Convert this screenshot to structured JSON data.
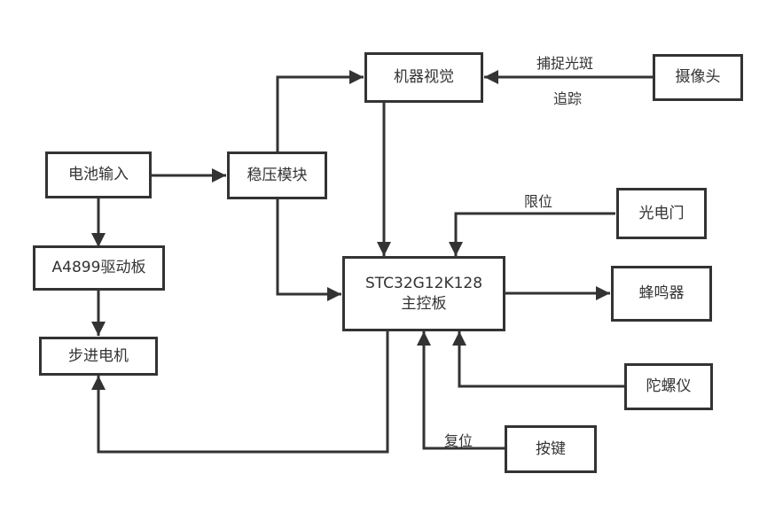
{
  "diagram": {
    "type": "block-diagram",
    "colors": {
      "stroke": "#333333",
      "background": "#ffffff",
      "text": "#333333"
    },
    "nodes": {
      "battery": "电池输入",
      "regulator": "稳压模块",
      "vision": "机器视觉",
      "camera": "摄像头",
      "driver": "A4899驱动板",
      "motor": "步进电机",
      "mcu_line1": "STC32G12K128",
      "mcu_line2": "主控板",
      "photogate": "光电门",
      "buzzer": "蜂鸣器",
      "gyro": "陀螺仪",
      "button": "按键"
    },
    "edge_labels": {
      "camera_to_vision_top": "捕捉光斑",
      "camera_to_vision_bottom": "追踪",
      "photogate_to_mcu": "限位",
      "button_to_mcu": "复位"
    },
    "edges": [
      {
        "from": "battery",
        "to": "regulator"
      },
      {
        "from": "battery",
        "to": "driver"
      },
      {
        "from": "driver",
        "to": "motor"
      },
      {
        "from": "regulator",
        "to": "vision"
      },
      {
        "from": "regulator",
        "to": "mcu"
      },
      {
        "from": "camera",
        "to": "vision",
        "label": "捕捉光斑 / 追踪"
      },
      {
        "from": "vision",
        "to": "mcu"
      },
      {
        "from": "photogate",
        "to": "mcu",
        "label": "限位"
      },
      {
        "from": "mcu",
        "to": "buzzer"
      },
      {
        "from": "gyro",
        "to": "mcu"
      },
      {
        "from": "button",
        "to": "mcu",
        "label": "复位"
      },
      {
        "from": "mcu",
        "to": "motor"
      }
    ]
  }
}
